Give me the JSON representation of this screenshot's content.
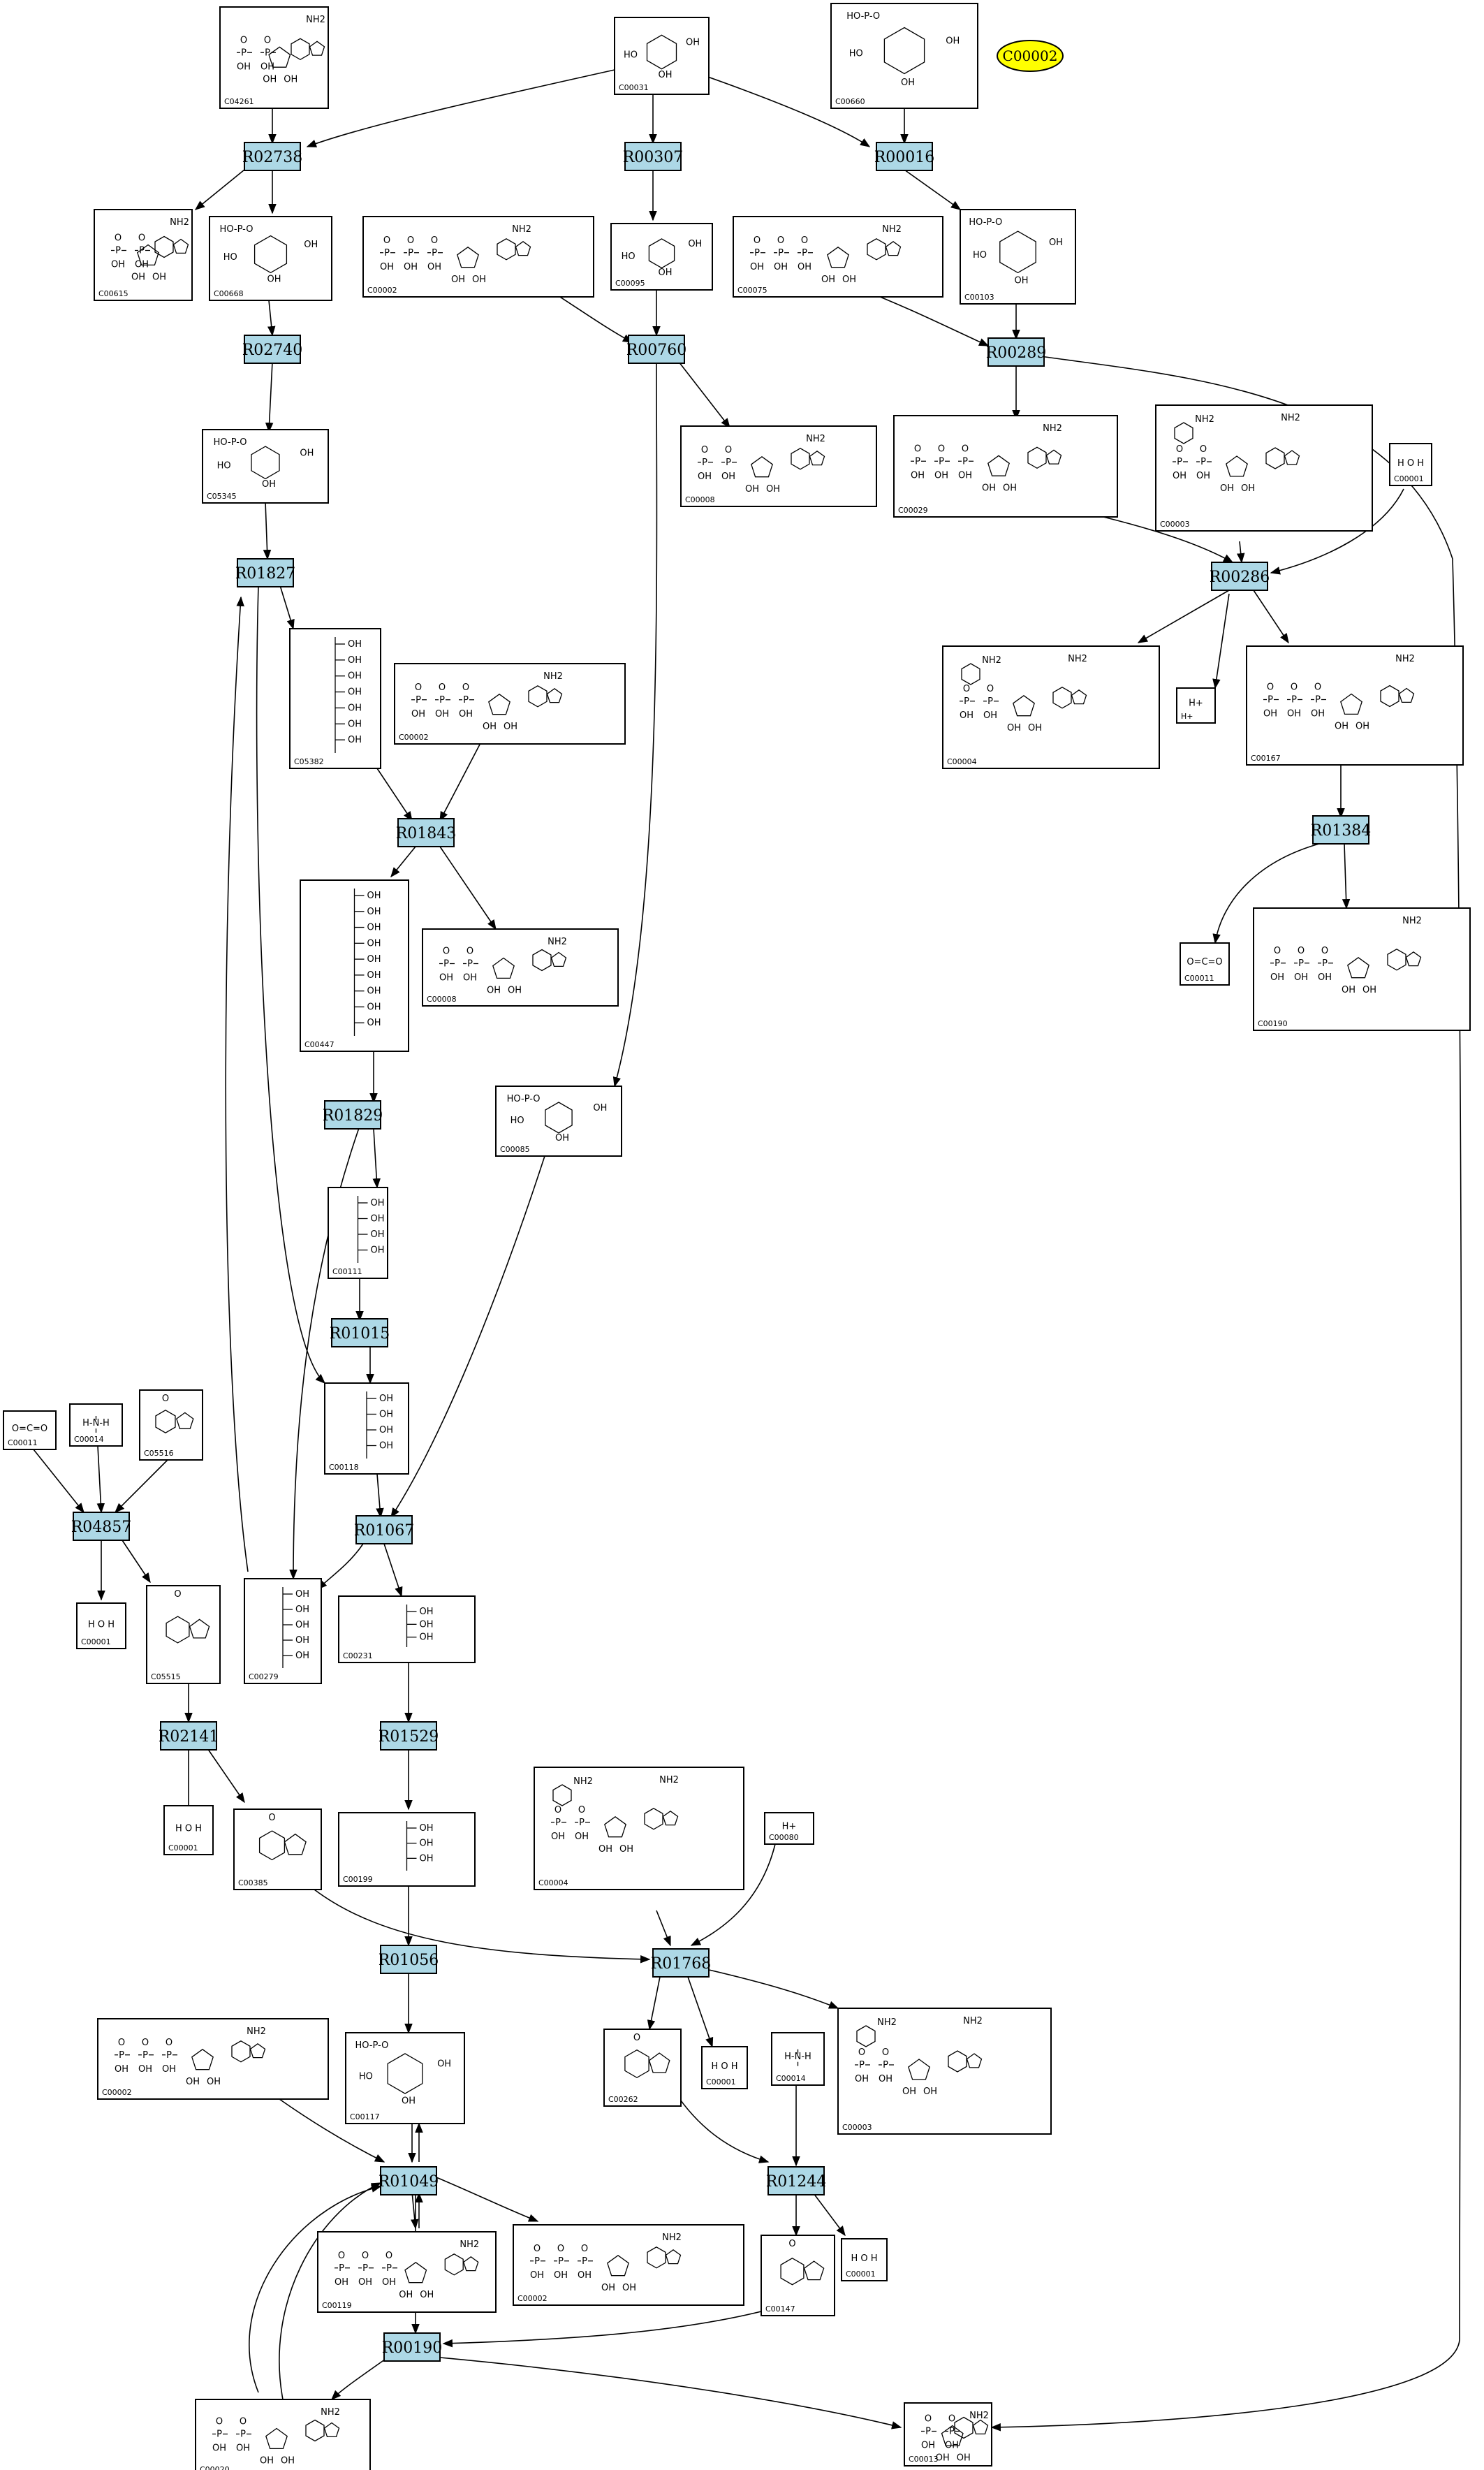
{
  "highlight": "C00002",
  "reactions": [
    "R02738",
    "R00307",
    "R00016",
    "R02740",
    "R00760",
    "R00289",
    "R01827",
    "R00286",
    "R01843",
    "R01384",
    "R01829",
    "R01015",
    "R04857",
    "R01067",
    "R02141",
    "R01529",
    "R01768",
    "R01056",
    "R01244",
    "R01049",
    "R00190"
  ],
  "compounds": {
    "C04261": "C04261",
    "C00031": "C00031",
    "C00660": "C00660",
    "C00615": "C00615",
    "C00668": "C00668",
    "C00002a": "C00002",
    "C00095": "C00095",
    "C00075": "C00075",
    "C00103": "C00103",
    "C05345": "C05345",
    "C00008a": "C00008",
    "C00029": "C00029",
    "C00003a": "C00003",
    "C00001a": "C00001",
    "C05382": "C05382",
    "C00002b": "C00002",
    "C00004a": "C00004",
    "C00080a": "H+",
    "C00167": "C00167",
    "C00008b": "C00008",
    "C00011a": "C00011",
    "C00190": "C00190",
    "C00447": "C00447",
    "C00085": "C00085",
    "C00111": "C00111",
    "C00118": "C00118",
    "C00011b": "C00011",
    "C00014a": "C00014",
    "C05516": "C05516",
    "C00001b": "C00001",
    "C05515": "C05515",
    "C00279": "C00279",
    "C00231": "C00231",
    "C00001c": "C00001",
    "C00385": "C00385",
    "C00199": "C00199",
    "C00004b": "C00004",
    "C00080b": "C00080",
    "C00002c": "C00002",
    "C00117": "C00117",
    "C00262": "C00262",
    "C00001d": "C00001",
    "C00014b": "C00014",
    "C00003b": "C00003",
    "C00119": "C00119",
    "C00002d": "C00002",
    "C00147": "C00147",
    "C00001e": "C00001",
    "C00020": "C00020",
    "C00013": "C00013"
  },
  "atom_labels": {
    "oh": "OH",
    "ho": "HO",
    "p": "P",
    "o": "O",
    "nh2": "NH2",
    "hplus": "H+",
    "h2o": "H O H",
    "co2": "O=C=O",
    "hoP": "HO-P-O",
    "nh3": "H-N-H"
  }
}
